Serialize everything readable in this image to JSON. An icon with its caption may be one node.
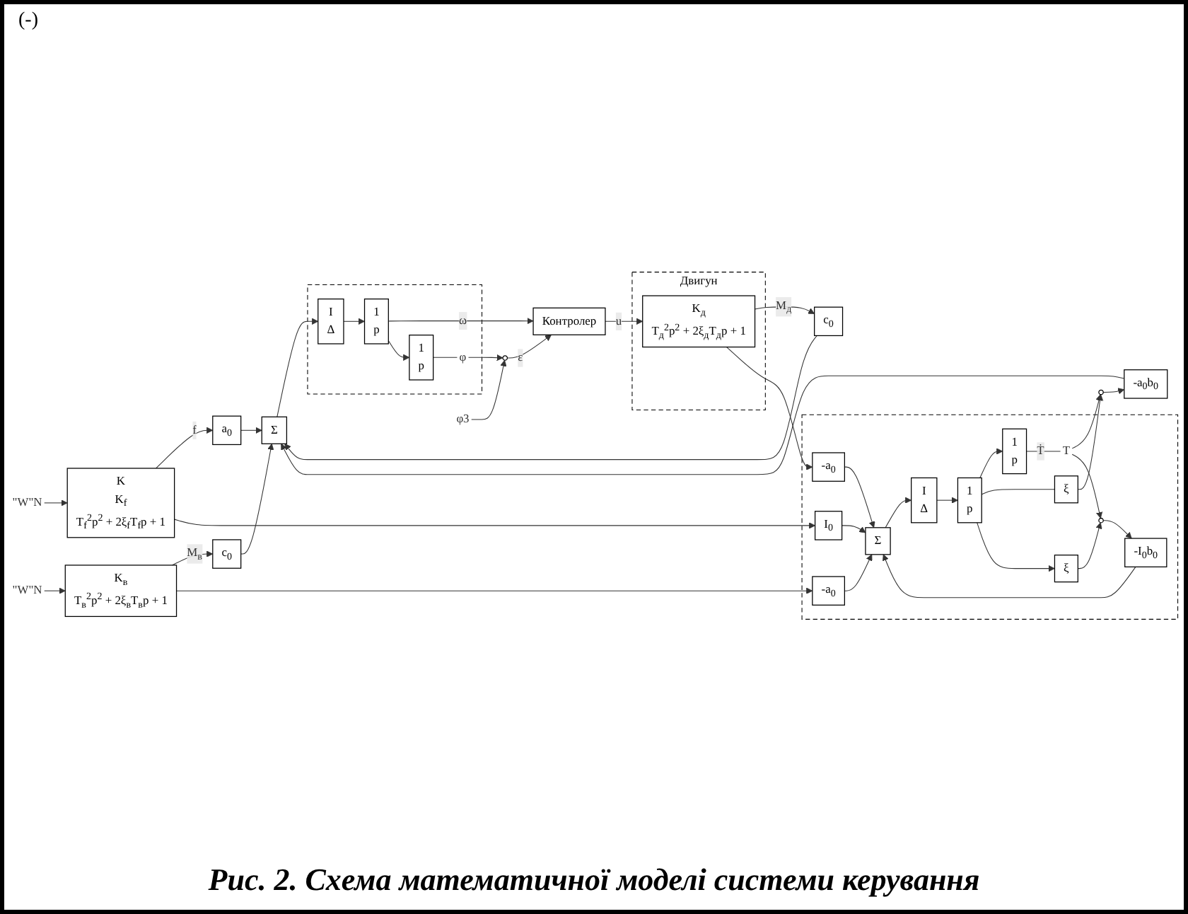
{
  "diagram": {
    "caption": "Рис. 2. Схема математичної моделі системи керування",
    "nodes": [
      {
        "text": [
          "\"W\"N"
        ]
      },
      {
        "text": [
          "K",
          "K$_{f}$",
          "T$_{f}$$^{2}$p$^{2}$ + 2ξ$_{f}$T$_{f}$p + 1"
        ]
      },
      {
        "text": [
          "\"W\"N"
        ]
      },
      {
        "text": [
          "K$_{в}$",
          "T$_{в}$$^{2}$p$^{2}$ + 2ξ$_{в}$T$_{в}$p + 1"
        ]
      },
      {
        "text": [
          "φ3"
        ]
      },
      {
        "text": [],
        "shape": "circle"
      },
      {
        "text": [
          "Контролер"
        ]
      },
      {
        "text": [
          "Двигун"
        ]
      },
      {
        "text": [
          "K$_{д}$",
          "T$_{д}$$^{2}$p$^{2}$ + 2ξ$_{д}$T$_{д}$p + 1"
        ],
        "in": 7
      },
      {
        "text": [
          "a$_{0}$"
        ]
      },
      {
        "text": [
          "c$_{0}$"
        ]
      },
      {
        "text": [
          "c$_{0}$"
        ]
      },
      {
        "text": [],
        "shape": "circle"
      },
      {
        "text": [
          "-a$_{0}$b$_{0}$"
        ]
      },
      {
        "text": [
          "Σ"
        ]
      },
      {
        "text": [],
        "shape": "box"
      },
      {
        "text": [
          "I",
          "Δ"
        ],
        "in": 15
      },
      {
        "text": [
          "1",
          "p"
        ],
        "in": 15
      },
      {
        "text": [
          "1",
          "p"
        ],
        "in": 15
      },
      {
        "text": [
          "φ"
        ],
        "in": 15
      },
      {
        "text": [],
        "shape": "box"
      },
      {
        "text": [
          "ξ"
        ],
        "in": 20
      },
      {
        "text": [
          "-a$_{0}$"
        ],
        "in": 20
      },
      {
        "text": [
          "I$_{0}$"
        ],
        "in": 20
      },
      {
        "text": [
          "-a$_{0}$"
        ],
        "in": 20
      },
      {
        "text": [
          "-I$_{0}$b$_{0}$"
        ],
        "in": 20
      },
      {
        "text": [
          "Σ"
        ],
        "in": 20
      },
      {
        "text": [
          "I",
          "Δ"
        ],
        "in": 20
      },
      {
        "text": [
          "1",
          "p"
        ],
        "in": 20
      },
      {
        "text": [
          "1",
          "p"
        ],
        "in": 20
      },
      {
        "text": [
          "T"
        ],
        "in": 20
      },
      {
        "text": [
          "ξ"
        ],
        "in": 20
      },
      {
        "text": [],
        "shape": "circle",
        "in": 20
      }
    ],
    "edges": [
      {
        "from": 0,
        "to": 1,
        "arrow": "to"
      },
      {
        "from": 2,
        "to": 3,
        "arrow": "to"
      },
      {
        "from": 1,
        "to": 9,
        "arrow": "to",
        "label": "f"
      },
      {
        "from": 1,
        "to": 23,
        "arrow": "to"
      },
      {
        "from": 3,
        "to": 10,
        "arrow": "to",
        "label": "M$_{в}$"
      },
      {
        "from": 3,
        "to": 24,
        "arrow": "to"
      },
      {
        "from": 4,
        "to": 5,
        "arrow": "to"
      },
      {
        "from": 5,
        "to": 6,
        "arrow": "to",
        "label": "ε"
      },
      {
        "from": 6,
        "to": 8,
        "arrow": "to",
        "label": "u"
      },
      {
        "from": 8,
        "to": 11,
        "arrow": "to",
        "label": "M$_{д}$"
      },
      {
        "from": 8,
        "to": 22,
        "arrow": "to"
      },
      {
        "from": 19,
        "to": 5,
        "arrow": "to"
      },
      {
        "from": 17,
        "to": 6,
        "arrow": "to",
        "label": "ω"
      },
      {
        "from": 9,
        "to": 14,
        "arrow": "to"
      },
      {
        "from": 10,
        "to": 14,
        "arrow": "to"
      },
      {
        "from": 11,
        "to": 14,
        "arrow": "to"
      },
      {
        "from": 13,
        "to": 14,
        "arrow": "to"
      },
      {
        "from": 12,
        "to": 13,
        "arrow": "to"
      },
      {
        "from": 14,
        "to": 16,
        "arrow": "to"
      },
      {
        "from": 16,
        "to": 17,
        "arrow": "to"
      },
      {
        "from": 17,
        "to": 18,
        "arrow": "to"
      },
      {
        "from": 18,
        "to": 19,
        "arrow": "none"
      },
      {
        "from": 21,
        "to": 12,
        "arrow": "to"
      },
      {
        "from": 30,
        "to": 12,
        "arrow": "to"
      },
      {
        "from": 22,
        "to": 26,
        "arrow": "to"
      },
      {
        "from": 23,
        "to": 26,
        "arrow": "to"
      },
      {
        "from": 24,
        "to": 26,
        "arrow": "to"
      },
      {
        "from": 25,
        "to": 26,
        "arrow": "to"
      },
      {
        "from": 26,
        "to": 27,
        "arrow": "to"
      },
      {
        "from": 27,
        "to": 28,
        "arrow": "to"
      },
      {
        "from": 28,
        "to": 29,
        "arrow": "to"
      },
      {
        "from": 28,
        "to": 21,
        "arrow": "none"
      },
      {
        "from": 28,
        "to": 31,
        "arrow": "to"
      },
      {
        "from": 29,
        "to": 30,
        "arrow": "none",
        "label": "Ṫ"
      },
      {
        "from": 31,
        "to": 32,
        "arrow": "to"
      },
      {
        "from": 30,
        "to": 32,
        "arrow": "to"
      },
      {
        "from": 32,
        "to": 25,
        "arrow": "to"
      }
    ],
    "labels": [
      "(-)"
    ]
  }
}
